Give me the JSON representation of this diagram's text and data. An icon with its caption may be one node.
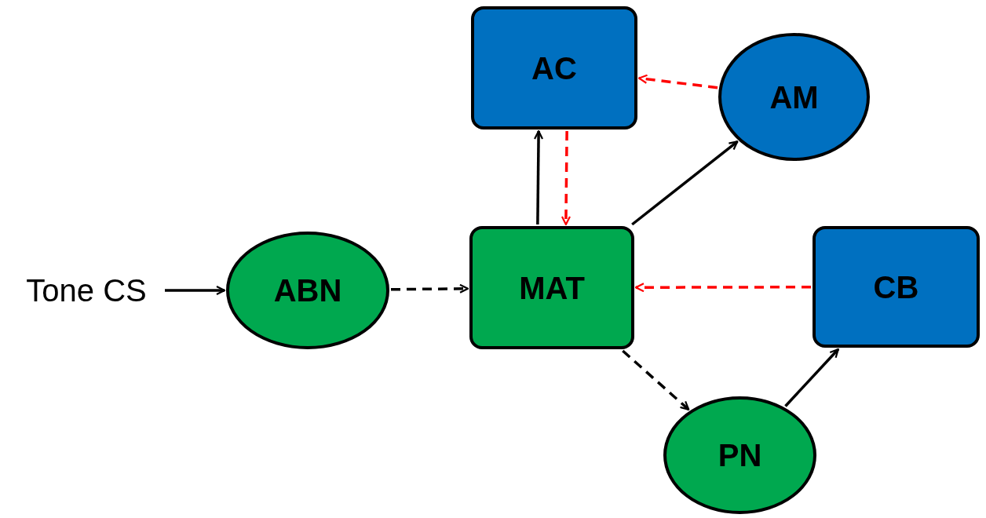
{
  "diagram": {
    "nodes": [
      {
        "text": [
          "Tone CS"
        ]
      },
      {
        "text": [
          "ABN"
        ]
      },
      {
        "text": [
          "MAT"
        ]
      },
      {
        "text": [
          "AC"
        ]
      },
      {
        "text": [
          "AM"
        ]
      },
      {
        "text": [
          "CB"
        ]
      },
      {
        "text": [
          "PN"
        ]
      }
    ],
    "edges": [
      {
        "from": 0,
        "to": 1,
        "arrow": "to"
      },
      {
        "from": 1,
        "to": 2,
        "arrow": "to",
        "style": "dashed"
      },
      {
        "from": 2,
        "to": 3,
        "arrow": "to"
      },
      {
        "from": 3,
        "to": 2,
        "arrow": "to",
        "style": "dashed",
        "color": "#ff0000"
      },
      {
        "from": 2,
        "to": 4,
        "arrow": "to"
      },
      {
        "from": 4,
        "to": 3,
        "arrow": "to",
        "style": "dashed",
        "color": "#ff0000"
      },
      {
        "from": 5,
        "to": 2,
        "arrow": "to",
        "style": "dashed",
        "color": "#ff0000"
      },
      {
        "from": 2,
        "to": 6,
        "arrow": "to",
        "style": "dashed"
      },
      {
        "from": 6,
        "to": 5,
        "arrow": "to"
      }
    ]
  }
}
